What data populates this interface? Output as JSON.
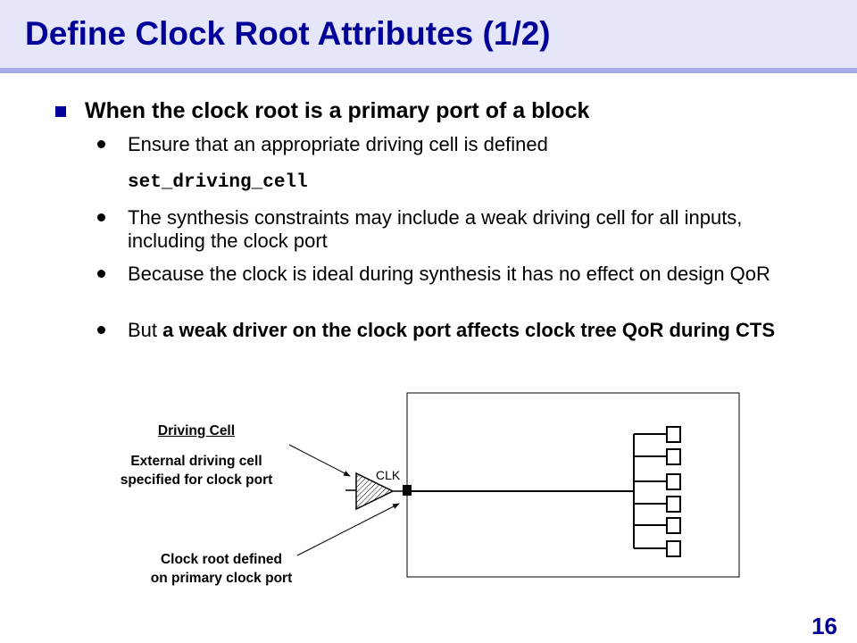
{
  "title": "Define Clock Root Attributes (1/2)",
  "main_bullet": "When the clock root is a primary port of a block",
  "sub": [
    "Ensure that an appropriate driving cell is defined",
    "The synthesis constraints may include a weak driving cell for all inputs, including the clock port",
    "Because the clock is ideal during synthesis it has no effect on design QoR"
  ],
  "code": "set_driving_cell",
  "last_prefix": "But ",
  "last_bold": "a weak driver on the clock port affects clock tree QoR during CTS",
  "diagram": {
    "driving_cell_heading": "Driving Cell",
    "driving_cell_desc_1": "External driving cell",
    "driving_cell_desc_2": "specified for clock port",
    "clock_root_1": "Clock root defined",
    "clock_root_2": "on primary clock port",
    "port_label": "CLK"
  },
  "page_number": "16"
}
